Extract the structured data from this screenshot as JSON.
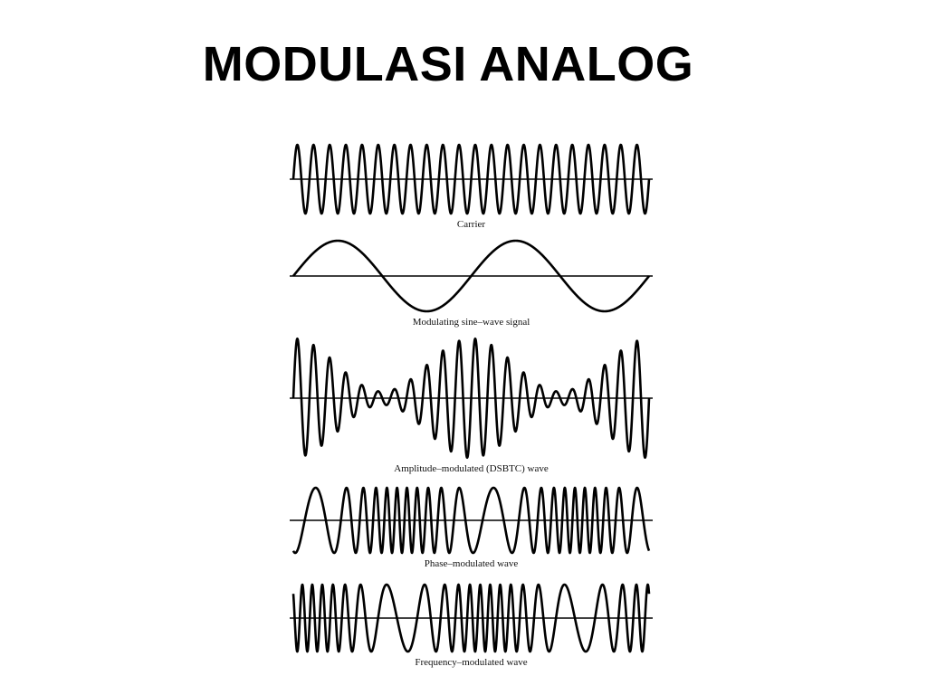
{
  "title": "MODULASI ANALOG",
  "waves": [
    {
      "id": "carrier",
      "type": "carrier",
      "caption": "Carrier",
      "carrier_cycles": 22,
      "modulating_cycles": 2
    },
    {
      "id": "modulating",
      "type": "modulating",
      "caption": "Modulating sine–wave signal",
      "carrier_cycles": 22,
      "modulating_cycles": 2
    },
    {
      "id": "am",
      "type": "am",
      "caption": "Amplitude–modulated (DSBTC) wave",
      "carrier_cycles": 22,
      "modulating_cycles": 2,
      "modulation_depth": 0.8
    },
    {
      "id": "pm",
      "type": "pm",
      "caption": "Phase–modulated wave",
      "carrier_cycles": 22,
      "modulating_cycles": 2
    },
    {
      "id": "fm",
      "type": "fm",
      "caption": "Frequency–modulated wave",
      "carrier_cycles": 22,
      "modulating_cycles": 2
    }
  ],
  "colors": {
    "stroke": "#000000",
    "background": "#ffffff"
  }
}
